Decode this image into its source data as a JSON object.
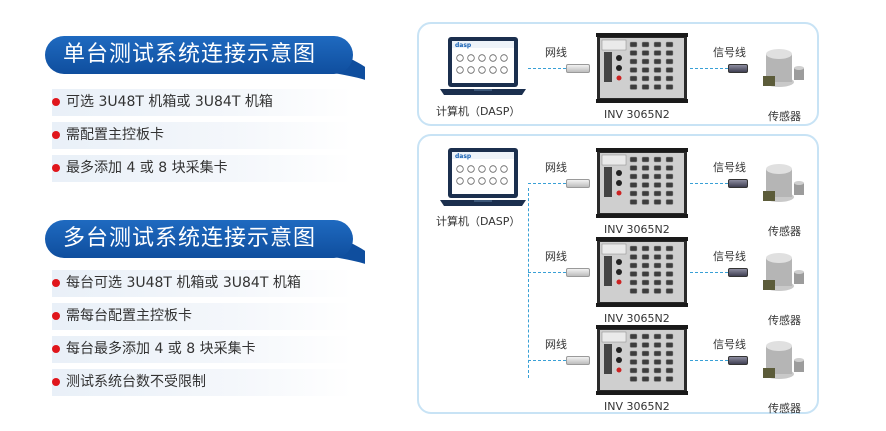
{
  "single": {
    "title": "单台测试系统连接示意图",
    "items": [
      "可选 3U48T 机箱或 3U84T 机箱",
      "需配置主控板卡",
      "最多添加 4 或 8 块采集卡"
    ]
  },
  "multi": {
    "title": "多台测试系统连接示意图",
    "items": [
      "每台可选 3U48T 机箱或 3U84T 机箱",
      "需每台配置主控板卡",
      "每台最多添加 4 或 8 块采集卡",
      "测试系统台数不受限制"
    ]
  },
  "diagram": {
    "computer_label": "计算机（DASP）",
    "network_label": "网线",
    "signal_label": "信号线",
    "device_label": "INV 3065N2",
    "sensor_label": "传感器",
    "screen_logo": "dasp"
  },
  "colors": {
    "banner": "#1560b4",
    "bullet": "#e0161c",
    "dash": "#39a0d6",
    "panel_border": "#c8e3f5"
  }
}
